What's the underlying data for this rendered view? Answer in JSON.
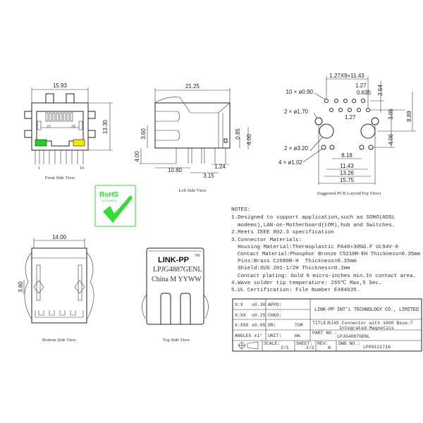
{
  "front_view": {
    "caption": "Front Side View",
    "width": "15.93",
    "height": "13.30",
    "pin_first": "1",
    "pin_last": "10",
    "led_left_pin": "21",
    "led_right_pin": "26",
    "led_colors": [
      "#22cc22",
      "#f2e600"
    ]
  },
  "left_view": {
    "caption": "Left Side View",
    "length": "21.25",
    "d_3_60": "3.60",
    "d_4_00_left": "4.00",
    "d_0_85": "0.85",
    "d_4_00_right": "4.00",
    "d_10_80": "10.80",
    "d_3_15": "3.15",
    "d_1_24": "1.24"
  },
  "pcb_layout": {
    "caption": "Suggested PCB Layout(Top View)",
    "pitch_total": "1.27X9=11.43",
    "hole_090": "10 × ø0.90",
    "hole_170": "2 × ø1.70",
    "hole_320": "2 × ø3.20",
    "hole_102": "4 × ø1.02",
    "d_1_27_top": "1.27",
    "d_0_635": "0.635",
    "d_2_54": "2.54",
    "d_1_27_mid": "1.27",
    "d_3_05": "3.05",
    "d_8_89": "8.89",
    "d_4_06": "4.06",
    "d_8_18": "8.18",
    "d_11_43": "11.43",
    "d_13_26": "13.26",
    "d_15_75": "15.75"
  },
  "rohs": {
    "label": "RoHS",
    "directive": "2011/65/EU",
    "color": "#33dd33"
  },
  "bottom_view": {
    "caption": "Bottom Side View",
    "width": "14.00",
    "d_3_80": "3.80"
  },
  "top_view": {
    "caption": "Top Side View",
    "brand": "LINK-PP",
    "tm": "TM",
    "part": "LPJG4887GENL",
    "origin": "China M YYWW"
  },
  "notes": {
    "title": "NOTES:",
    "lines": [
      "1.Designed to support application,such as SOHO(ADSL",
      "  modems),LAN-on-Motherboard(LOM),hub and Switches.",
      "2.Meets IEEE 802.3 specification",
      "3.Connector Materials:",
      "  Housing Material:Thermoplastic PA46+30%G.F UL94V-0",
      "  Contact Material:Phosphor Bronze C5210R-EH Thickness=0.35mm",
      "  Pins:Brass C2680R-H  Thickness=0.35mm",
      "  Shield:SUS 201-1/2H Thickness=0.2mm",
      "  Contact plating: Gold 6 micro-inches min.In contact area.",
      "4.Wave solder tip temperature: 265℃ Max,5 Sec.",
      "5.UL Certification: File Number E484635."
    ]
  },
  "title_block": {
    "tol_x": "X:X",
    "tol_x_val": "±0.30",
    "tol_xx": "X:XX",
    "tol_xx_val": "±0.25",
    "tol_xxx": "X:XXX",
    "tol_xxx_val": "±0.05",
    "angles": "ANGLES ±1°",
    "appd": "APPD:",
    "chkd": "CHKD:",
    "dr": "DR:",
    "dr_val": "TOM",
    "unit": "UNIT:",
    "unit_val": "mm",
    "company": "LINK-PP INT'L TECHNOLOGY CO., LIMITED",
    "title_label": "TITLE:",
    "title_1": "RJ45 Connector with 1000 Base-T",
    "title_2": "Integrated Magnetics",
    "part_label": "PART NO.:",
    "part_val": "LPJG4887GENL",
    "scale": "SCALE:",
    "scale_val": "2/1",
    "sheet": "SHEET:",
    "sheet_val": "2/2",
    "rev": "REV:",
    "rev_val": "A",
    "dwg": "DWG NO.:",
    "dwg_val": "LP09121716"
  }
}
